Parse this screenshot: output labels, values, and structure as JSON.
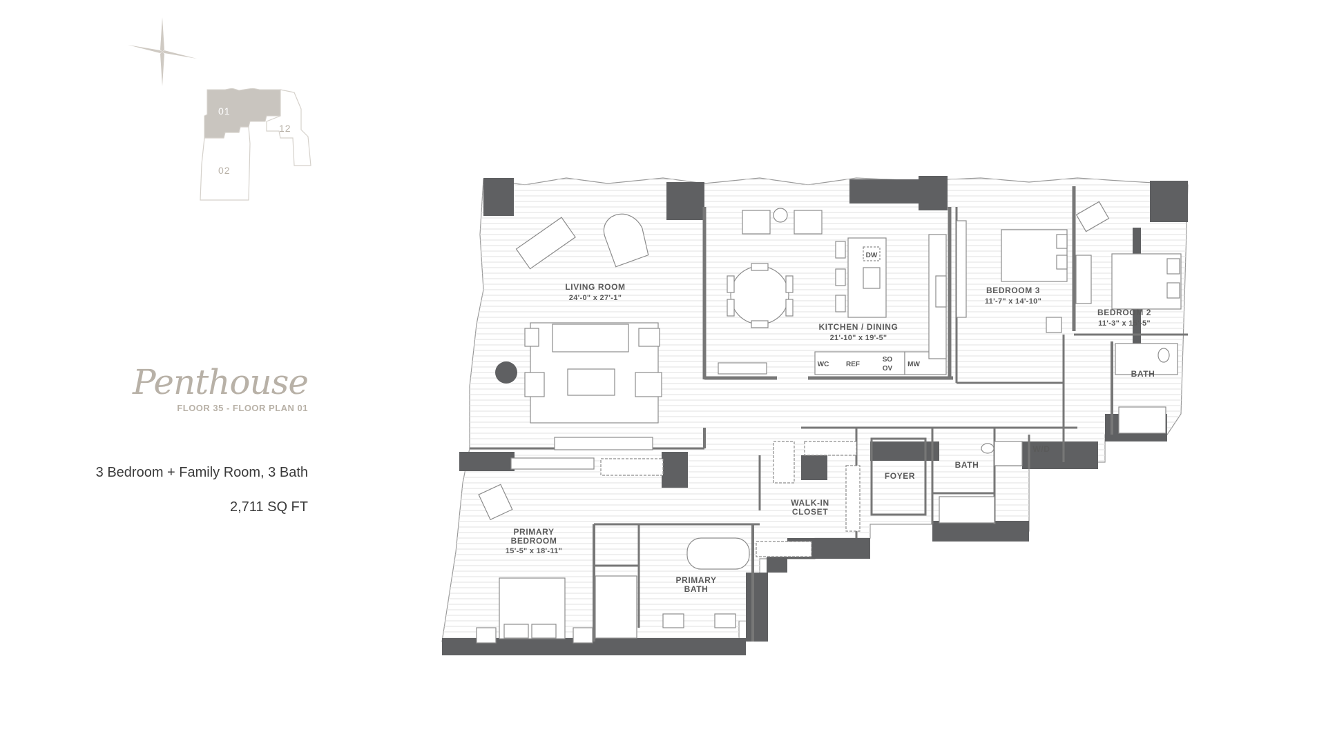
{
  "title": {
    "name": "Penthouse",
    "floor_info": "FLOOR 35 - FLOOR PLAN 01",
    "unit_description": "3 Bedroom + Family Room, 3 Bath",
    "square_feet": "2,711 SQ FT"
  },
  "key_plan": {
    "units": [
      {
        "label": "01",
        "highlighted": true
      },
      {
        "label": "12",
        "highlighted": false
      },
      {
        "label": "02",
        "highlighted": false
      }
    ],
    "highlight_color": "#c9c5bf",
    "outline_color": "#d5d1cb"
  },
  "rooms": {
    "living_room": {
      "name": "LIVING ROOM",
      "dims": "24'-0\" x 27'-1\""
    },
    "kitchen_dining": {
      "name": "KITCHEN / DINING",
      "dims": "21'-10\" x 19'-5\""
    },
    "bedroom_3": {
      "name": "BEDROOM 3",
      "dims": "11'-7\" x 14'-10\""
    },
    "bedroom_2": {
      "name": "BEDROOM 2",
      "dims": "11'-3\" x 15'-5\""
    },
    "primary_bedroom": {
      "name_line1": "PRIMARY",
      "name_line2": "BEDROOM",
      "dims": "15'-5\" x 18'-11\""
    },
    "primary_bath": {
      "name_line1": "PRIMARY",
      "name_line2": "BATH"
    },
    "walk_in_closet": {
      "name_line1": "WALK-IN",
      "name_line2": "CLOSET"
    },
    "foyer": {
      "name": "FOYER"
    },
    "bath_1": {
      "name": "BATH"
    },
    "bath_2": {
      "name": "BATH"
    },
    "laundry": {
      "name": "W/D"
    }
  },
  "appliances": {
    "dishwasher": "DW",
    "wine_cooler": "WC",
    "refrigerator": "REF",
    "oven_line1": "SO",
    "oven_line2": "OV",
    "microwave": "MW"
  },
  "colors": {
    "wall": "#5f6062",
    "title_text": "#b8b1a7",
    "body_text": "#3a3a3a",
    "label_text": "#5a5a5a"
  }
}
